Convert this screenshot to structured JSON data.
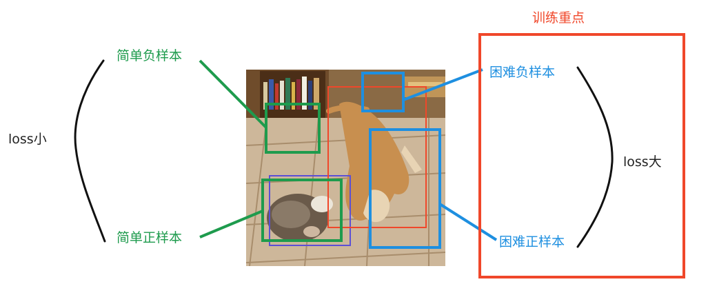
{
  "labels": {
    "easy_negative": "简单负样本",
    "easy_positive": "简单正样本",
    "hard_negative": "困难负样本",
    "hard_positive": "困难正样本",
    "loss_small": "loss小",
    "loss_large": "loss大",
    "focus": "训练重点"
  },
  "colors": {
    "easy": "#1e9b4d",
    "hard": "#1e8fe0",
    "focus": "#f0472a",
    "ground_truth": "#5b4fd6",
    "brace": "#111111"
  },
  "photo": {
    "description_icon": "dog-and-cat-photo"
  }
}
